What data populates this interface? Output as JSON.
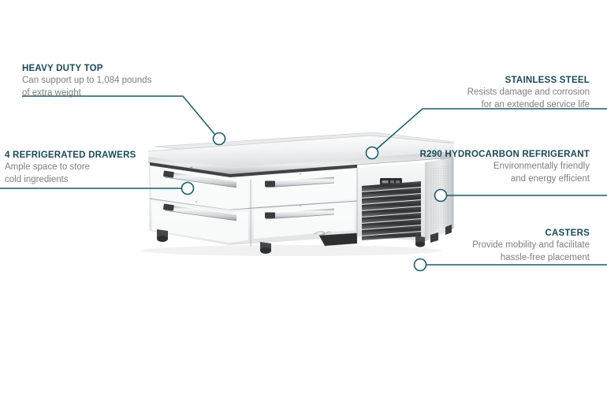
{
  "callouts": [
    {
      "id": "heavy-duty-top",
      "heading": "HEAVY DUTY TOP",
      "line1": "Can support up to 1,084 pounds",
      "line2": "of extra weight",
      "align": "left"
    },
    {
      "id": "refrigerated-drawers",
      "heading": "4 REFRIGERATED DRAWERS",
      "line1": "Ample space to store",
      "line2": "cold ingredients",
      "align": "left"
    },
    {
      "id": "stainless-steel",
      "heading": "STAINLESS STEEL",
      "line1": "Resists damage and corrosion",
      "line2": "for an extended service life",
      "align": "right"
    },
    {
      "id": "r290-hydrocarbon-refrigerant",
      "heading": "R290 HYDROCARBON REFRIGERANT",
      "line1": "Environmentally friendly",
      "line2": "and energy efficient",
      "align": "right"
    },
    {
      "id": "casters",
      "heading": "CASTERS",
      "line1": "Provide mobility and facilitate",
      "line2": "hassle-free placement",
      "align": "right"
    }
  ],
  "product": {
    "name": "refrigerated-chef-base",
    "brand_logo": "True",
    "drawer_count": 4,
    "vent_slat_count": 9,
    "caster_count": 3
  },
  "colors": {
    "accent": "#1b5a6b",
    "heading": "#1b4a57",
    "body_text": "#7e7e7e",
    "background": "#ffffff",
    "metal_light": "#fbfbfb",
    "metal_mid": "#e3e4e6",
    "metal_dark": "#b9bbbd",
    "metal_shadow": "#8e9194",
    "dark_trim": "#2b2d2f"
  }
}
